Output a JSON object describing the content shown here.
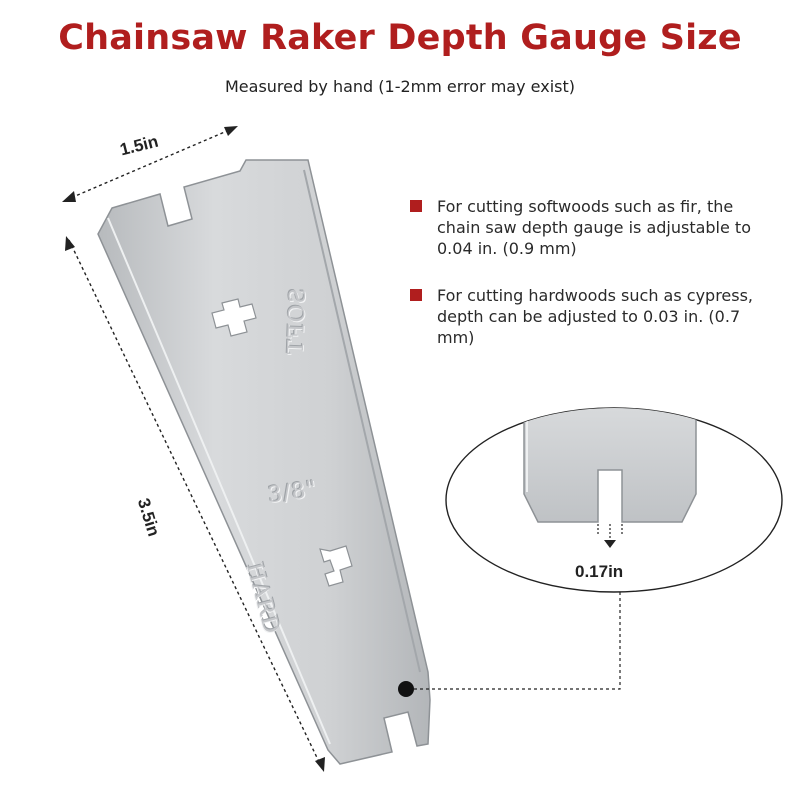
{
  "header": {
    "title": "Chainsaw Raker Depth Gauge Size",
    "subtitle": "Measured by hand (1-2mm error may exist)"
  },
  "dimensions": {
    "width": "1.5in",
    "length": "3.5in",
    "slot": "0.17in"
  },
  "stamps": {
    "soft": "SOFT",
    "size": "3/8\"",
    "hard": "HARD"
  },
  "notes": [
    {
      "text": "For cutting softwoods such as fir, the chain saw depth gauge is adjustable to 0.04 in. (0.9 mm)"
    },
    {
      "text": "For cutting hardwoods such as cypress, depth can be adjusted to 0.03 in. (0.7 mm)"
    }
  ],
  "colors": {
    "accent": "#b01e1e",
    "metal": "#c9cbcd",
    "metal_dark": "#9ea2a6"
  }
}
